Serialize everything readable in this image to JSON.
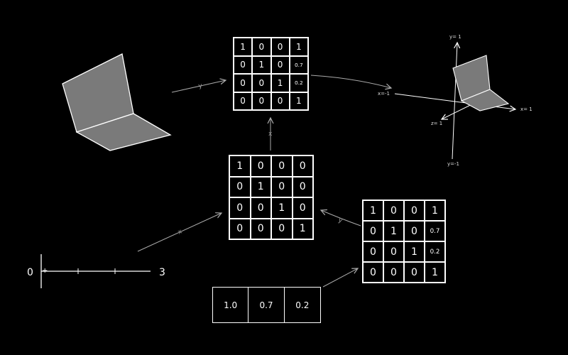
{
  "matrix_top": [
    [
      "1",
      "0",
      "0",
      "1"
    ],
    [
      "0",
      "1",
      "0",
      "0.7"
    ],
    [
      "0",
      "0",
      "1",
      "0.2"
    ],
    [
      "0",
      "0",
      "0",
      "1"
    ]
  ],
  "matrix_identity": [
    [
      "1",
      "0",
      "0",
      "0"
    ],
    [
      "0",
      "1",
      "0",
      "0"
    ],
    [
      "0",
      "0",
      "1",
      "0"
    ],
    [
      "0",
      "0",
      "0",
      "1"
    ]
  ],
  "matrix_right": [
    [
      "1",
      "0",
      "0",
      "1"
    ],
    [
      "0",
      "1",
      "0",
      "0.7"
    ],
    [
      "0",
      "0",
      "1",
      "0.2"
    ],
    [
      "0",
      "0",
      "0",
      "1"
    ]
  ],
  "vector": [
    "1.0",
    "0.7",
    "0.2"
  ],
  "arrow_labels": {
    "shape_to_top": "y",
    "identity_to_top": "x",
    "slider_to_identity": "x",
    "right_to_identity": "y"
  },
  "slider": {
    "min_label": "0",
    "max_label": "3",
    "value_marker": "+"
  },
  "axes": {
    "y_pos": "y= 1",
    "y_neg": "y=-1",
    "x_pos": "x= 1",
    "x_neg": "x=-1",
    "z_pos": "z= 1"
  },
  "colors": {
    "background": "#000000",
    "stroke": "#ffffff",
    "shape_fill": "#7a7a7a",
    "arrow": "#aaaaaa"
  }
}
